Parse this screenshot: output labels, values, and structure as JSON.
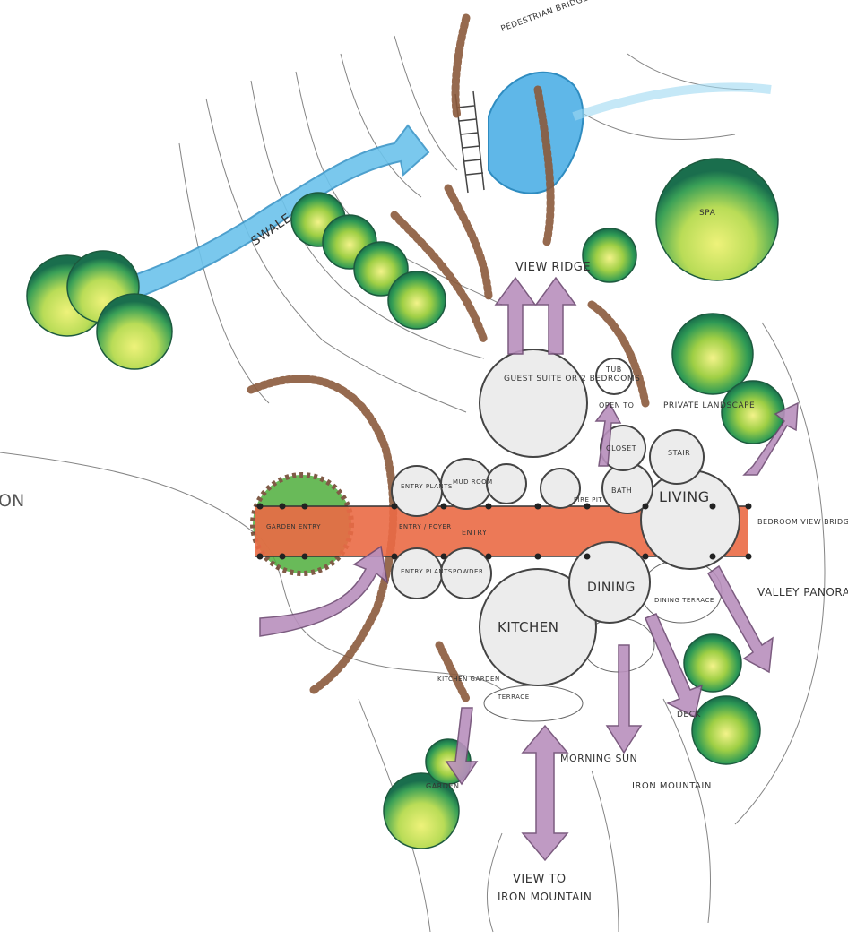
{
  "edge_fragment": "ON",
  "labels": {
    "swale": "SWALE",
    "bridge_note": "PEDESTRIAN BRIDGE OVER STREAM",
    "view_ridge": "VIEW RIDGE",
    "guest_suite": "GUEST SUITE OR 2 BEDROOMS",
    "tub": "TUB",
    "open_to": "OPEN TO",
    "private_landscape": "PRIVATE LANDSCAPE",
    "closet": "CLOSET",
    "stair": "STAIR",
    "bath": "BATH",
    "living": "LIVING",
    "dining": "DINING",
    "kitchen": "KITCHEN",
    "entry_plants_top": "ENTRY PLANTS",
    "entry_plants_bottom": "ENTRY PLANTS",
    "mud_room": "MUD ROOM",
    "powder": "POWDER",
    "entry": "ENTRY",
    "entry_corridor": "ENTRY / FOYER",
    "arrival": "GARDEN ENTRY",
    "bedroom_view": "BEDROOM VIEW BRIDGE",
    "valley_panorama": "VALLEY PANORAMA",
    "morning_sun": "MORNING SUN",
    "iron_mountain": "IRON MOUNTAIN",
    "view_to": "VIEW TO",
    "iron_mountain_2": "IRON MOUNTAIN",
    "terrace": "TERRACE",
    "garden": "GARDEN",
    "deck": "DECK",
    "dining_terrace": "DINING TERRACE",
    "kitchen_garden": "KITCHEN GARDEN",
    "fire_pit": "FIRE PIT",
    "spa": "SPA"
  },
  "colors": {
    "water": "#5bb8e6",
    "circulation": "#e8633f",
    "view_arrow": "#b990bd",
    "tree_dark": "#1f8a5b",
    "tree_mid": "#4fae3d",
    "tree_light": "#e4ec6b",
    "hedge": "#8b5a3c",
    "bubble_fill": "#e9e9e9",
    "line": "#555555"
  }
}
